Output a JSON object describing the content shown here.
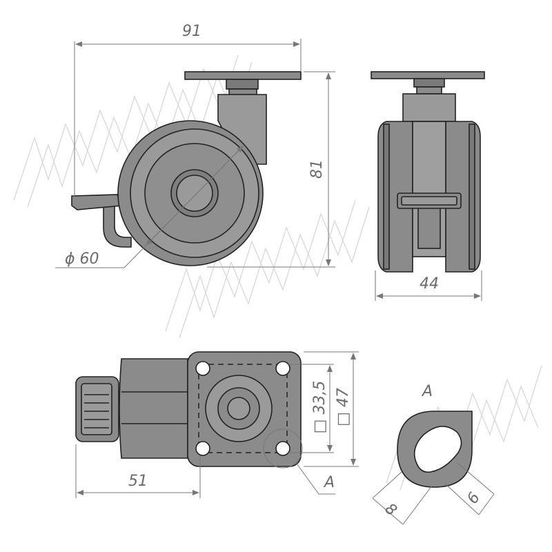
{
  "dimensions": {
    "width_91": "91",
    "height_81": "81",
    "diameter_60": "ϕ 60",
    "depth_44": "44",
    "plate_33_5": "□ 33,5",
    "plate_47": "□ 47",
    "offset_51": "51",
    "detail_ref": "A",
    "detail_title": "A",
    "detail_8": "8",
    "detail_6": "6"
  },
  "colors": {
    "body": "#8b8b8b",
    "body_dark": "#6f6f6f",
    "body_light": "#a0a0a0",
    "outline": "#222222",
    "dimension": "#777777",
    "watermark": "#d8d8d8"
  }
}
